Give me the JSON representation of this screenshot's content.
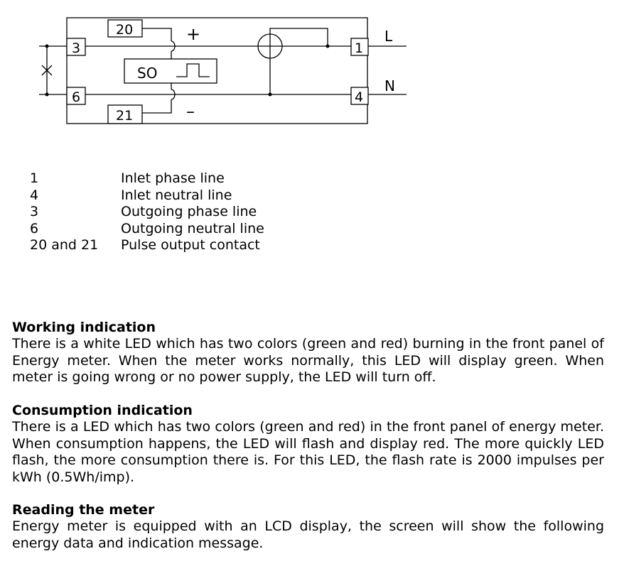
{
  "diagram": {
    "terminals": [
      "3",
      "6",
      "1",
      "4",
      "20",
      "21"
    ],
    "pulse_label": "SO",
    "plus_sign": "+",
    "minus_sign": "–",
    "phase_label": "L",
    "neutral_label": "N"
  },
  "legend": [
    {
      "term": "1",
      "description": "Inlet phase line"
    },
    {
      "term": "4",
      "description": "Inlet neutral line"
    },
    {
      "term": "3",
      "description": "Outgoing phase line"
    },
    {
      "term": "6",
      "description": "Outgoing neutral line"
    },
    {
      "term": "20 and 21",
      "description": "Pulse output contact"
    }
  ],
  "sections": [
    {
      "heading": "Working indication",
      "body": "There is a white LED which has two colors (green and red) burning in the front panel of Energy meter. When the meter works normally, this LED will display green. When meter is going wrong or no power supply, the LED will turn off."
    },
    {
      "heading": "Consumption indication",
      "body": "There is a LED which has two colors (green and red) in the front panel of energy meter. When consumption happens, the LED will flash and display red. The more quickly LED flash, the more consumption there is. For this LED, the flash rate is 2000 impulses per kWh (0.5Wh/imp)."
    },
    {
      "heading": "Reading the meter",
      "body": "Energy meter is equipped with an LCD display, the screen will show the following energy data and indication message."
    }
  ]
}
